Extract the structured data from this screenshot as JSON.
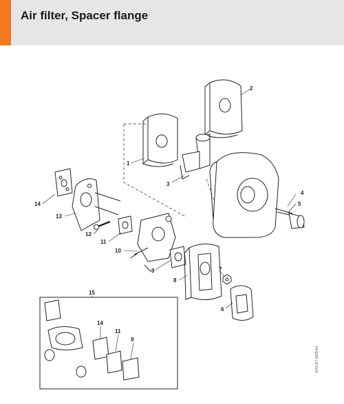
{
  "header": {
    "title": "Air filter, Spacer flange",
    "accent_color": "#f37a1f",
    "background_color": "#e6e6e6"
  },
  "callouts": {
    "c1": "1",
    "c2": "2",
    "c3": "3",
    "c4": "4",
    "c5": "5",
    "c6": "6",
    "c7": "7",
    "c8": "8",
    "c9": "9",
    "c10": "10",
    "c11": "11",
    "c12": "12",
    "c13": "13",
    "c14": "14",
    "c15": "15",
    "k14": "14",
    "k11": "11",
    "k9": "9"
  },
  "doc_id": "4241-ET-0025-A1"
}
